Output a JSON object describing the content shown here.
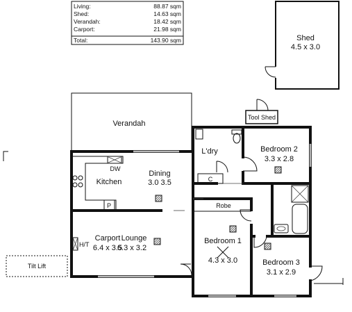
{
  "area_table": {
    "rows": [
      {
        "label": "Living:",
        "value": "88.87 sqm"
      },
      {
        "label": "Shed:",
        "value": "14.63 sqm"
      },
      {
        "label": "Verandah:",
        "value": "18.42 sqm"
      },
      {
        "label": "Carport:",
        "value": "21.98 sqm"
      },
      {
        "label": "Total:",
        "value": "143.90 sqm"
      }
    ]
  },
  "rooms": {
    "shed": {
      "name": "Shed",
      "size": "4.5 x 3.0"
    },
    "tool_shed": {
      "name": "Tool Shed"
    },
    "verandah": {
      "name": "Verandah"
    },
    "laundry": {
      "name": "L'dry"
    },
    "bedroom2": {
      "name": "Bedroom 2",
      "size": "3.3 x 2.8"
    },
    "dining": {
      "name": "Dining",
      "size": "3.0 3.5"
    },
    "kitchen": {
      "name": "Kitchen"
    },
    "robe": {
      "name": "Robe"
    },
    "carport": {
      "name": "Carport",
      "size": "6.4 x 3.5"
    },
    "lounge": {
      "name": "Lounge",
      "size": "6.3 x 3.2"
    },
    "bedroom1": {
      "name": "Bedroom 1",
      "size": "4.3 x 3.0"
    },
    "bedroom3": {
      "name": "Bedroom 3",
      "size": "3.1 x 2.9"
    },
    "tilt_lift": {
      "name": "Tilt Lift"
    }
  },
  "fixtures": {
    "dishwasher": "DW",
    "pantry": "P",
    "hot_water": "H/T",
    "cupboard": "C"
  }
}
